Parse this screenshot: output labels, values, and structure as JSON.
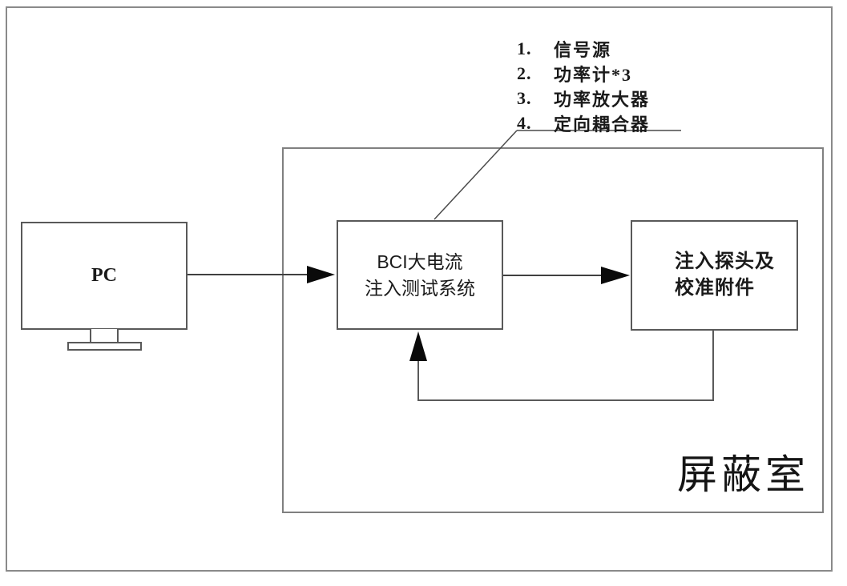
{
  "legend": {
    "items": [
      {
        "num": "1.",
        "label": "信号源"
      },
      {
        "num": "2.",
        "label": "功率计*3"
      },
      {
        "num": "3.",
        "label": "功率放大器"
      },
      {
        "num": "4.",
        "label": "定向耦合器"
      }
    ]
  },
  "nodes": {
    "pc": {
      "label": "PC"
    },
    "bci": {
      "line1": "BCI大电流",
      "line2": "注入测试系统"
    },
    "probe": {
      "line1": "注入探头及",
      "line2": "校准附件"
    },
    "room": {
      "label": "屏蔽室"
    }
  },
  "colors": {
    "connector_line": "#404040",
    "box_border": "#595959",
    "frame_border": "#8a8a8a",
    "arrowhead": "#0a0a0a",
    "background": "#ffffff"
  }
}
